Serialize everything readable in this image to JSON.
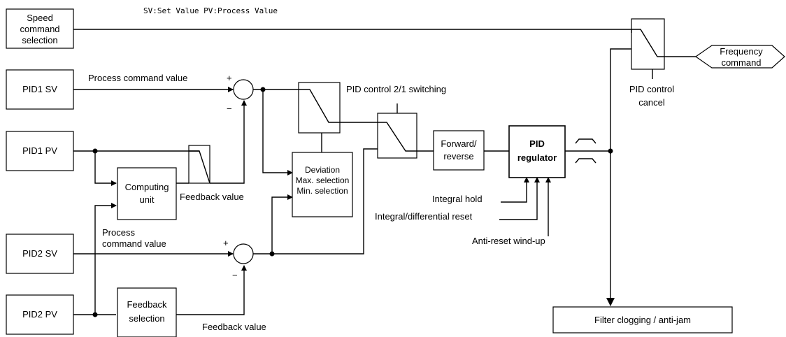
{
  "legend": "SV:Set Value   PV:Process Value",
  "blocks": {
    "speed_command_selection": [
      "Speed",
      "command",
      "selection"
    ],
    "pid1_sv": "PID1 SV",
    "pid1_pv": "PID1 PV",
    "pid2_sv": "PID2 SV",
    "pid2_pv": "PID2 PV",
    "computing_unit": [
      "Computing",
      "unit"
    ],
    "deviation": [
      "Deviation",
      "Max. selection",
      "Min. selection"
    ],
    "forward_reverse": [
      "Forward/",
      "reverse"
    ],
    "pid_regulator": [
      "PID",
      "regulator"
    ],
    "feedback_selection": [
      "Feedback",
      "selection"
    ],
    "frequency_command": [
      "Frequency",
      "command"
    ],
    "filter_clogging": "Filter clogging / anti-jam"
  },
  "labels": {
    "process_command_value_1": "Process command value",
    "process_command_value_2": [
      "Process",
      "command value"
    ],
    "feedback_value_1": "Feedback value",
    "feedback_value_2": "Feedback value",
    "pid_control_switching": "PID control 2/1 switching",
    "pid_control_cancel": [
      "PID control",
      "cancel"
    ],
    "integral_hold": "Integral hold",
    "integral_differential_reset": "Integral/differential reset",
    "anti_reset_windup": "Anti-reset wind-up"
  },
  "signs": {
    "plus": "+",
    "minus": "−"
  }
}
